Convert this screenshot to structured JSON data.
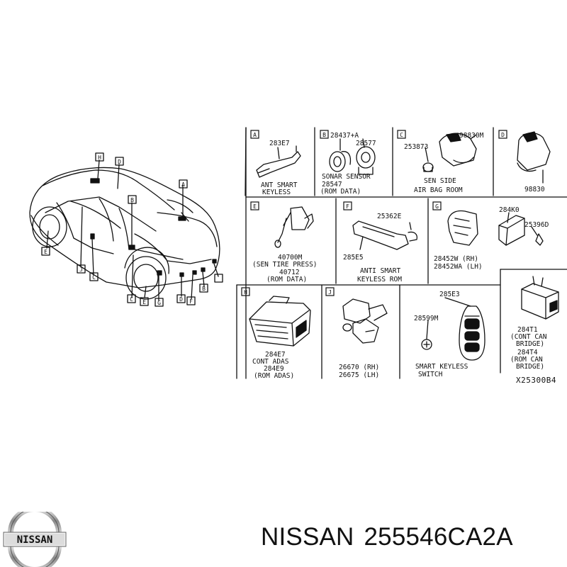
{
  "vehicle_tags": [
    "H",
    "D",
    "A",
    "E",
    "J",
    "C",
    "B",
    "C",
    "E",
    "G",
    "D",
    "F",
    "B"
  ],
  "panels": {
    "A": {
      "letter": "A",
      "part": "283E7",
      "caption": [
        "ANT SMART",
        "KEYLESS"
      ]
    },
    "B": {
      "letter": "B",
      "parts": [
        "28437+A",
        "28577"
      ],
      "caption": [
        "SONAR SENSOR",
        "28547",
        "(ROM DATA)"
      ]
    },
    "C": {
      "letter": "C",
      "parts": [
        "253873",
        "98830M"
      ],
      "caption": [
        "SEN SIDE",
        "AIR BAG ROOM"
      ]
    },
    "D": {
      "letter": "D",
      "part": "98830"
    },
    "E": {
      "letter": "E",
      "caption": [
        "40700M",
        "(SEN TIRE PRESS)",
        "40712",
        "(ROM DATA)"
      ]
    },
    "F": {
      "letter": "F",
      "parts": [
        "25362E",
        "285E5"
      ],
      "caption": [
        "ANTI SMART",
        "KEYLESS ROM"
      ]
    },
    "G": {
      "letter": "G",
      "parts": [
        "284K0",
        "25396D"
      ],
      "caption": [
        "28452W  (RH)",
        "28452WA (LH)"
      ]
    },
    "H": {
      "letter": "H",
      "caption": [
        "284E7",
        "CONT ADAS",
        "284E9",
        "(ROM ADAS)"
      ]
    },
    "J": {
      "letter": "J",
      "caption": [
        "26670 (RH)",
        "26675 (LH)"
      ]
    },
    "K": {
      "parts": [
        "285E3",
        "28599M"
      ],
      "caption": [
        "SMART KEYLESS",
        "SWITCH"
      ]
    },
    "L": {
      "caption": [
        "284T1",
        "(CONT CAN",
        "BRIDGE)",
        "284T4",
        "(ROM CAN",
        "BRIDGE)"
      ]
    }
  },
  "diagram_ref": "X25300B4",
  "brand": {
    "logo_text": "NISSAN",
    "name": "NISSAN",
    "part_number": "255546CA2A"
  }
}
